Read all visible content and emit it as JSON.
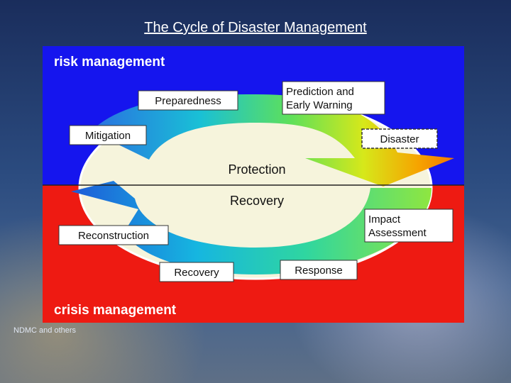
{
  "title": "The Cycle of Disaster Management",
  "credit": "NDMC and others",
  "colors": {
    "risk_band": "#1515ee",
    "crisis_band": "#ee1a12",
    "ellipse_fill": "#f6f4dc",
    "band_text": "#ffffff"
  },
  "diagram": {
    "top_band_label": "risk management",
    "bottom_band_label": "crisis management",
    "center_top_label": "Protection",
    "center_bottom_label": "Recovery",
    "phases": {
      "preparedness": "Preparedness",
      "prediction_line1": "Prediction and",
      "prediction_line2": "Early Warning",
      "mitigation": "Mitigation",
      "disaster": "Disaster",
      "impact_line1": "Impact",
      "impact_line2": "Assessment",
      "reconstruction": "Reconstruction",
      "recovery": "Recovery",
      "response": "Response"
    }
  }
}
